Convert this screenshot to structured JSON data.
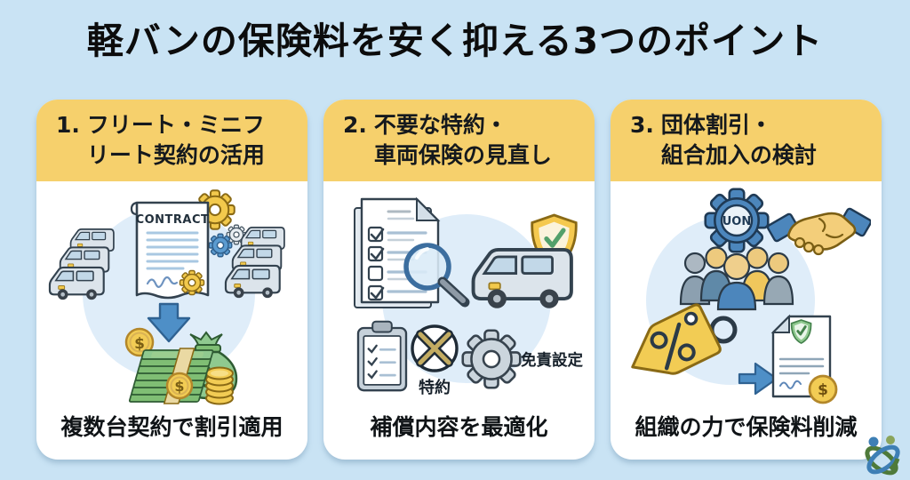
{
  "page": {
    "title": "軽バンの保険料を安く抑える3つのポイント"
  },
  "symbols": {
    "dollar": "$",
    "percent": "%"
  },
  "palette": {
    "background": "#C9E3F4",
    "card_header_yellow": "#F6D06C",
    "card_white": "#FFFFFF",
    "halo_blue": "#DFEDF9",
    "accent_blue": "#4E8FC7",
    "accent_yellow": "#F2CC54",
    "money_green": "#8FC98F",
    "ink": "#17212B"
  },
  "cards": [
    {
      "number": "1.",
      "title_line1": "フリート・ミニフ",
      "title_line2": "リート契約の活用",
      "caption": "複数台契約で割引適用",
      "contract_label": "CONTRACT"
    },
    {
      "number": "2.",
      "title_line1": "不要な特約・",
      "title_line2": "車両保険の見直し",
      "caption": "補償内容を最適化",
      "rider_label": "特約",
      "deductible_label": "免責設定"
    },
    {
      "number": "3.",
      "title_line1": "団体割引・",
      "title_line2": "組合加入の検討",
      "caption": "組織の力で保険料削減",
      "union_gear_label": "UON",
      "tag_symbol": "%"
    }
  ]
}
